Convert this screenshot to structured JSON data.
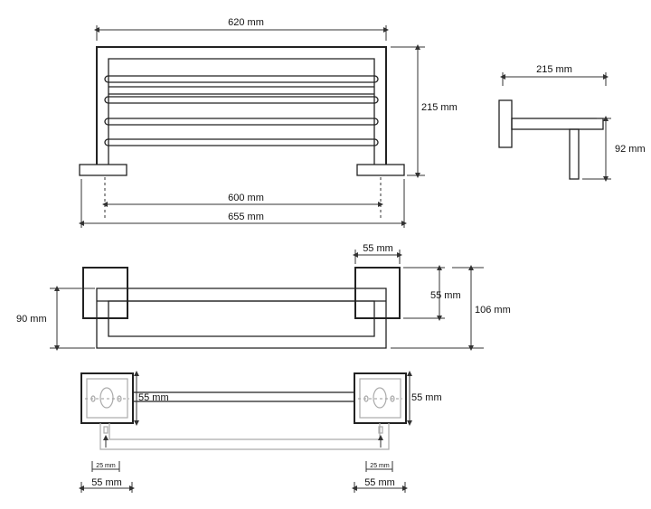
{
  "front_view": {
    "width_top": "620 mm",
    "height": "215 mm",
    "between_fixings": "600 mm",
    "overall_width": "655 mm"
  },
  "side_view": {
    "depth": "215 mm",
    "leg_height": "92 mm"
  },
  "top_view": {
    "plate_width": "55 mm",
    "plate_height": "55 mm",
    "total_height": "106 mm",
    "bar_offset": "90 mm"
  },
  "wall_view": {
    "plate_size_inner": "55 mm",
    "plate_size_right": "55 mm",
    "screw_offset_left": "25 mm",
    "screw_offset_right": "25 mm",
    "plate_width_left": "55 mm",
    "plate_width_right": "55 mm"
  }
}
